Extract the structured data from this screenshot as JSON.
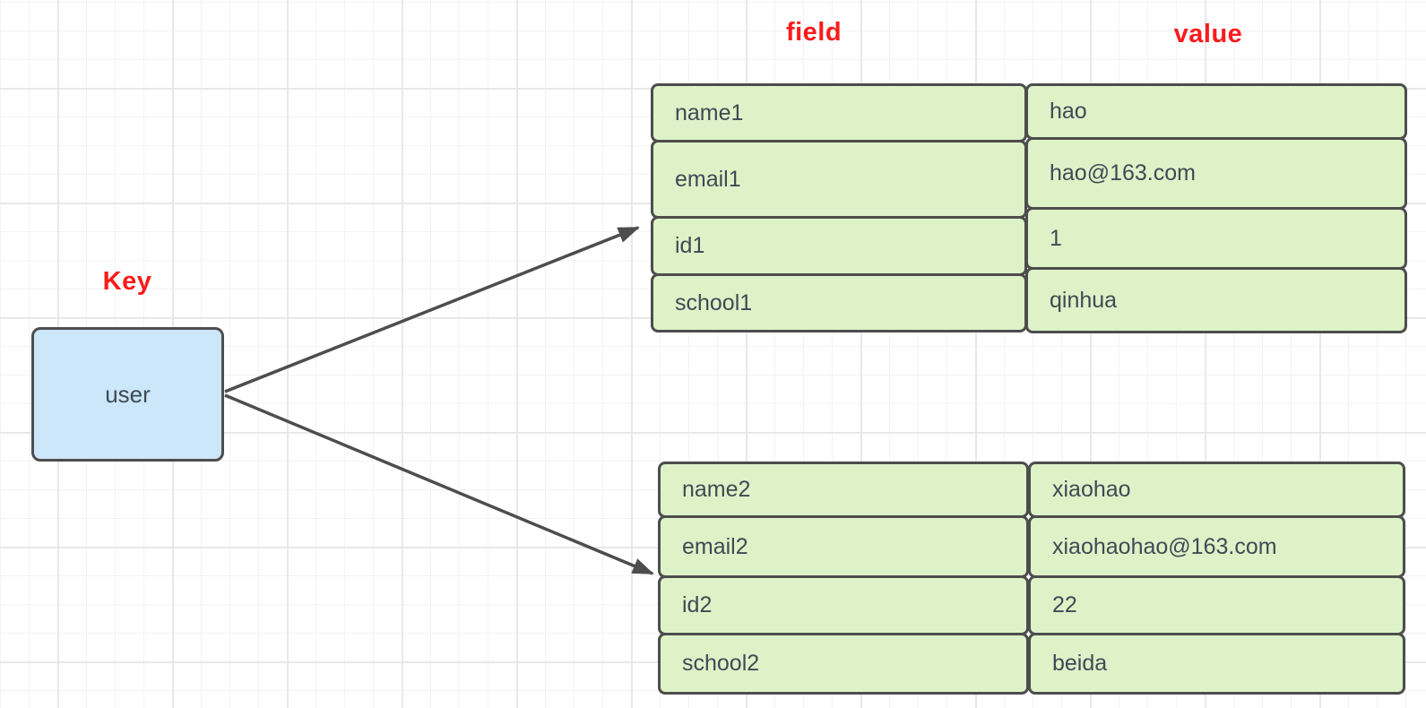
{
  "diagram": {
    "key_label": "Key",
    "column_headers": {
      "field": "field",
      "value": "value"
    },
    "key_node": {
      "text": "user"
    },
    "hashes": [
      {
        "rows": [
          {
            "field": "name1",
            "value": "hao"
          },
          {
            "field": "email1",
            "value": "hao@163.com"
          },
          {
            "field": "id1",
            "value": "1"
          },
          {
            "field": "school1",
            "value": "qinhua"
          }
        ]
      },
      {
        "rows": [
          {
            "field": "name2",
            "value": "xiaohao"
          },
          {
            "field": "email2",
            "value": "xiaohaohao@163.com"
          },
          {
            "field": "id2",
            "value": "22"
          },
          {
            "field": "school2",
            "value": "beida"
          }
        ]
      }
    ],
    "colors": {
      "cell_fill": "#def2c8",
      "key_fill": "#cce6fa",
      "border": "#4d4d4d",
      "header_red": "#fb1b1b",
      "cell_text": "#3e4a54",
      "grid_minor": "#f3f3f5",
      "grid_major": "#e8e8eb"
    }
  }
}
